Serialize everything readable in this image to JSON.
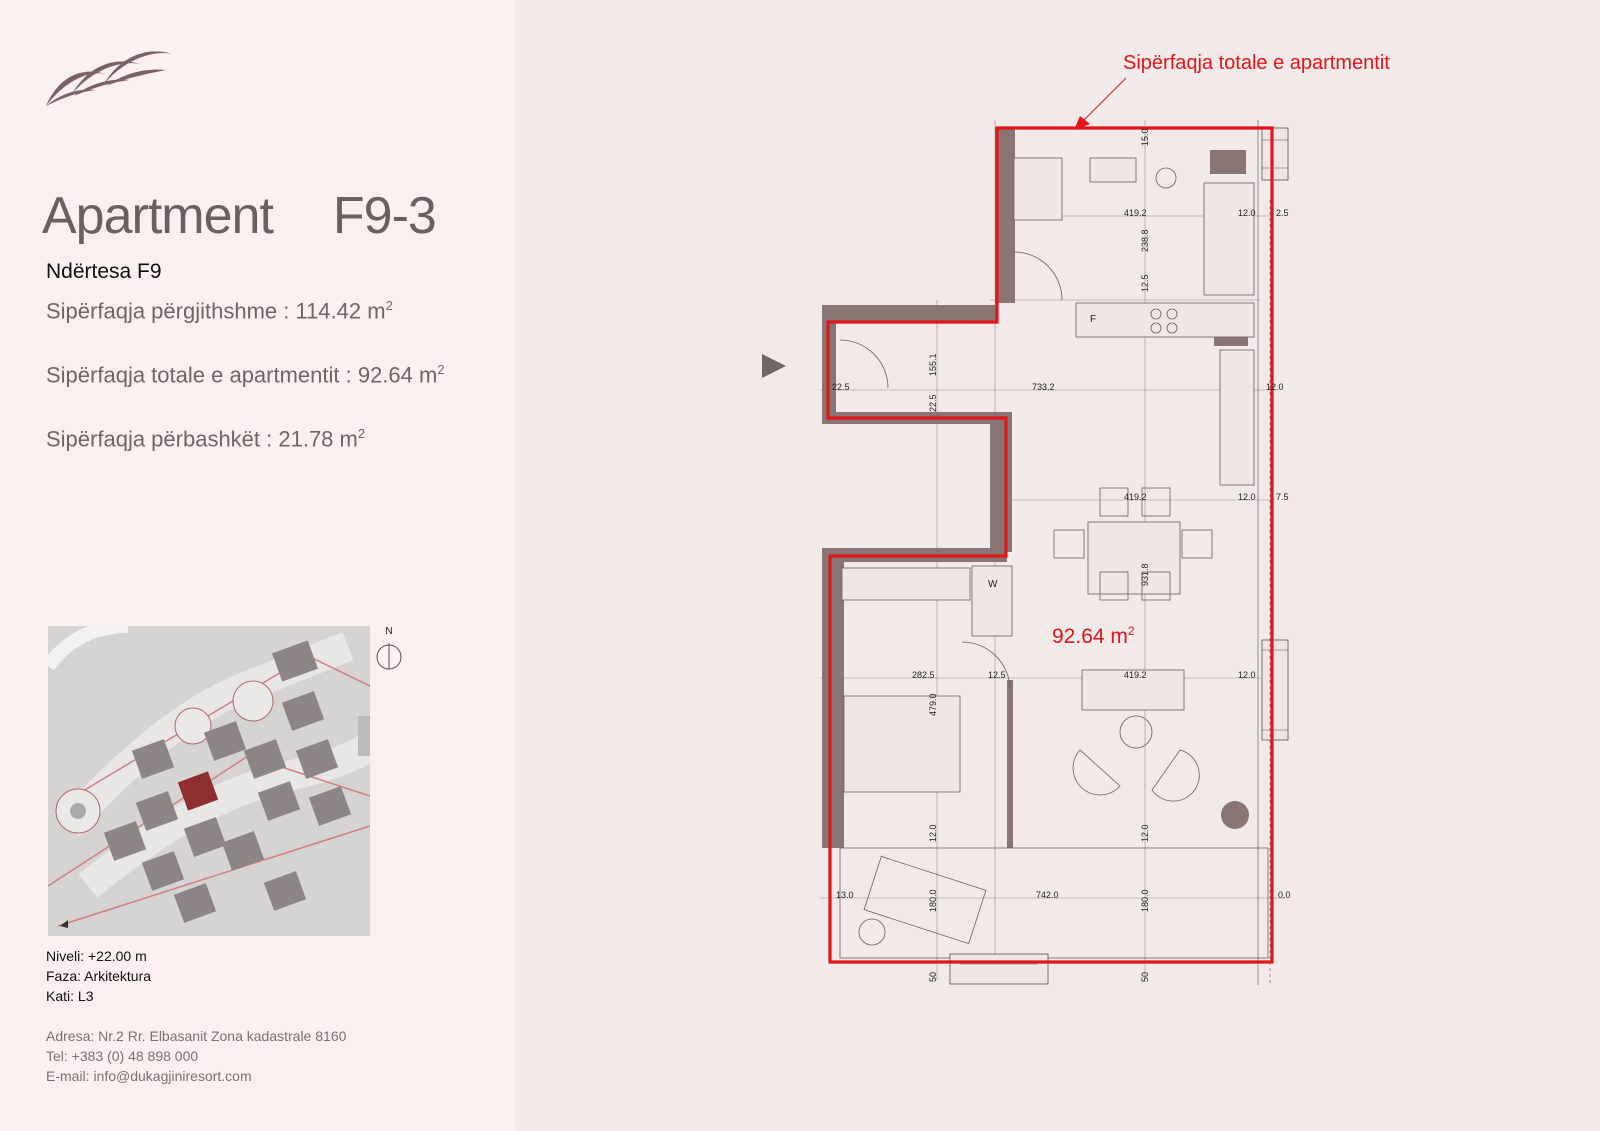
{
  "header": {
    "title_prefix": "Apartment",
    "title_code": "F9-3",
    "building": "Ndërtesa F9"
  },
  "areas": {
    "total_label": "Sipërfaqja përgjithshme : 114.42 m",
    "apartment_label": "Sipërfaqja totale e apartmentit : 92.64 m",
    "common_label": "Sipërfaqja përbashkët : 21.78 m",
    "unit_sup": "2"
  },
  "site_map": {
    "compass_letter": "N"
  },
  "meta": {
    "level": "Niveli: +22.00 m",
    "phase": "Faza: Arkitektura",
    "floor": "Kati: L3"
  },
  "contact": {
    "address": "Adresa: Nr.2 Rr. Elbasanit Zona kadastrale 8160",
    "phone": "Tel: +383 (0) 48 898 000",
    "email": "E-mail: info@dukagjiniresort.com"
  },
  "plan": {
    "callout": "Sipërfaqja totale e apartmentit",
    "area_value": "92.64 m",
    "area_sup": "2",
    "fridge_label": "F",
    "washer_label": "W",
    "dims": {
      "d1": "419.2",
      "d2": "12.0",
      "d3": "2.5",
      "d4": "238.8",
      "d5": "12.5",
      "d6": "15.0",
      "d7": "22.5",
      "d8": "733.2",
      "d9": "12.0",
      "d10": "155.1",
      "d11": "22.5",
      "d12": "419.2",
      "d13": "12.0",
      "d14": "7.5",
      "d15": "931.8",
      "d16": "282.5",
      "d17": "12.5",
      "d18": "419.2",
      "d19": "12.0",
      "d20": "479.0",
      "d21": "12.0",
      "d22": "12.0",
      "d23": "13.0",
      "d24": "742.0",
      "d25": "0.0",
      "d26": "180.0",
      "d27": "180.0",
      "d28": "50",
      "d29": "50"
    }
  },
  "colors": {
    "accent_red": "#e0161a",
    "wall": "#8a7373",
    "dark_unit": "#8e2f2f"
  }
}
